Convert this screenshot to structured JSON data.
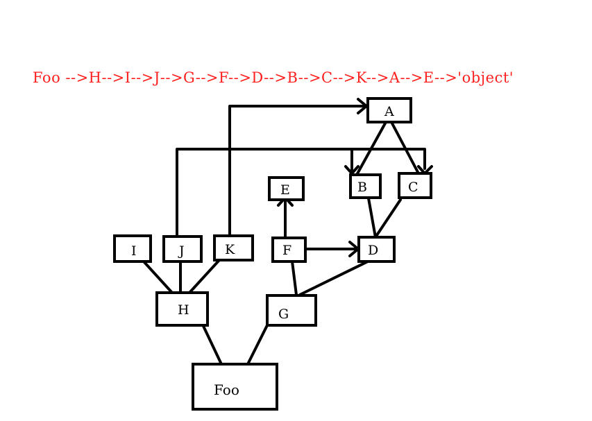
{
  "mro_line": "Foo -->H-->I-->J-->G-->F-->D-->B-->C-->K-->A-->E-->'object'",
  "nodes": {
    "A": "A",
    "B": "B",
    "C": "C",
    "D": "D",
    "E": "E",
    "F": "F",
    "G": "G",
    "H": "H",
    "I": "I",
    "J": "J",
    "K": "K",
    "Foo": "Foo"
  },
  "colors": {
    "text_highlight": "#ff2020",
    "lines": "#000000"
  }
}
